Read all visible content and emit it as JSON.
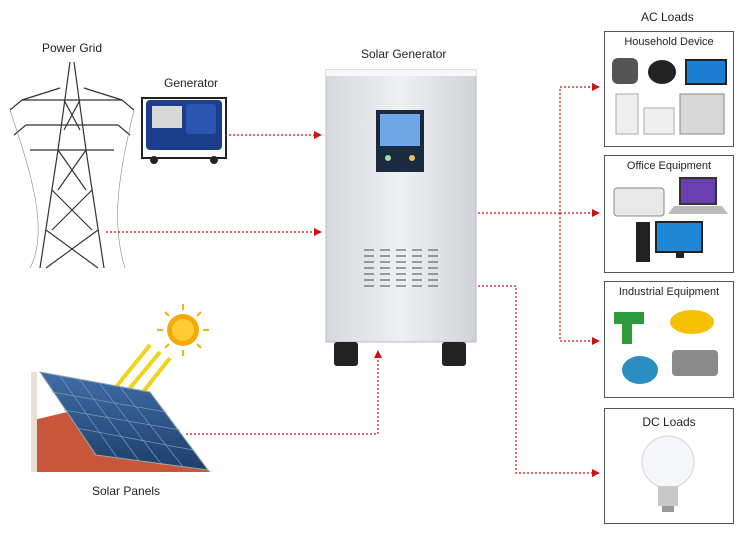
{
  "labels": {
    "power_grid": "Power Grid",
    "generator": "Generator",
    "solar_generator": "Solar Generator",
    "ac_loads": "AC Loads",
    "solar_panels": "Solar Panels"
  },
  "load_groups": [
    {
      "title": "Household Device"
    },
    {
      "title": "Office Equipment"
    },
    {
      "title": "Industrial Equipment"
    },
    {
      "title": "DC Loads"
    }
  ],
  "colors": {
    "connector": "#cc1111",
    "box_border": "#555555",
    "cabinet": "#e6e9ec"
  }
}
